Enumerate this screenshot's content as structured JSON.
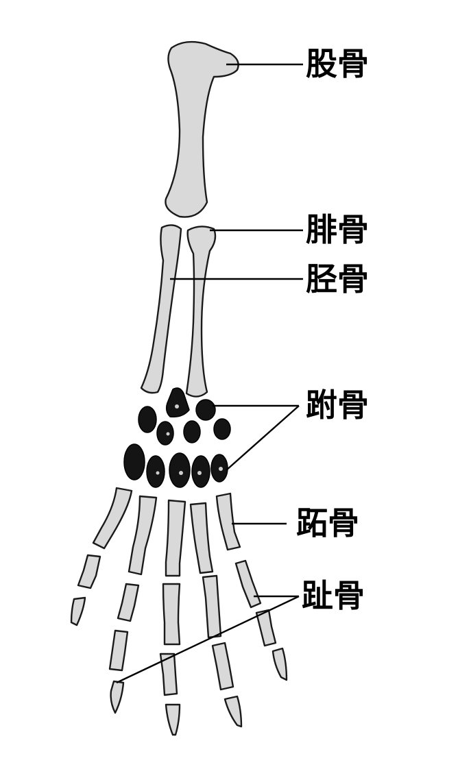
{
  "labels": {
    "femur": "股骨",
    "fibula": "腓骨",
    "tibia": "胫骨",
    "tarsals": "跗骨",
    "metatarsals": "跖骨",
    "phalanges": "趾骨"
  },
  "colors": {
    "bone_fill": "#d9d9d9",
    "outline": "#1a1a1a",
    "tarsal_fill": "#141414",
    "background": "#ffffff"
  }
}
